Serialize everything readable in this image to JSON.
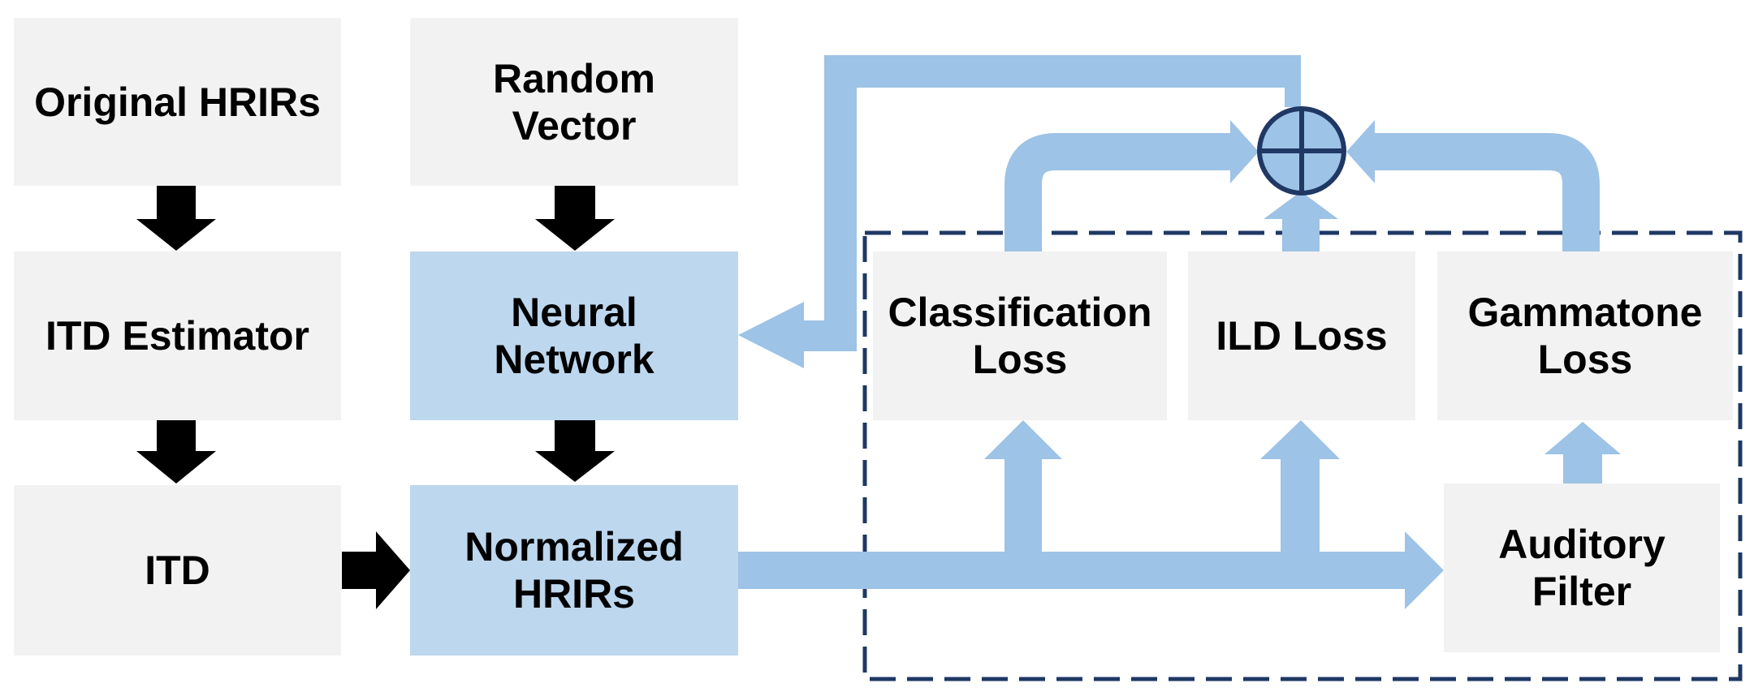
{
  "boxes": {
    "original_hrirs": "Original HRIRs",
    "itd_estimator": "ITD Estimator",
    "itd": "ITD",
    "random_vector": "Random\nVector",
    "neural_network": "Neural\nNetwork",
    "normalized_hrirs": "Normalized\nHRIRs",
    "classification_loss": "Classification\nLoss",
    "ild_loss": "ILD Loss",
    "gammatone_loss": "Gammatone\nLoss",
    "auditory_filter": "Auditory\nFilter"
  },
  "colors": {
    "grey_box": "#f2f2f2",
    "blue_box": "#bdd7ee",
    "flow_arrow": "#9dc3e6",
    "black_arrow": "#000000",
    "dashed_border": "#1f3864",
    "sum_node_stroke": "#1f3864"
  }
}
